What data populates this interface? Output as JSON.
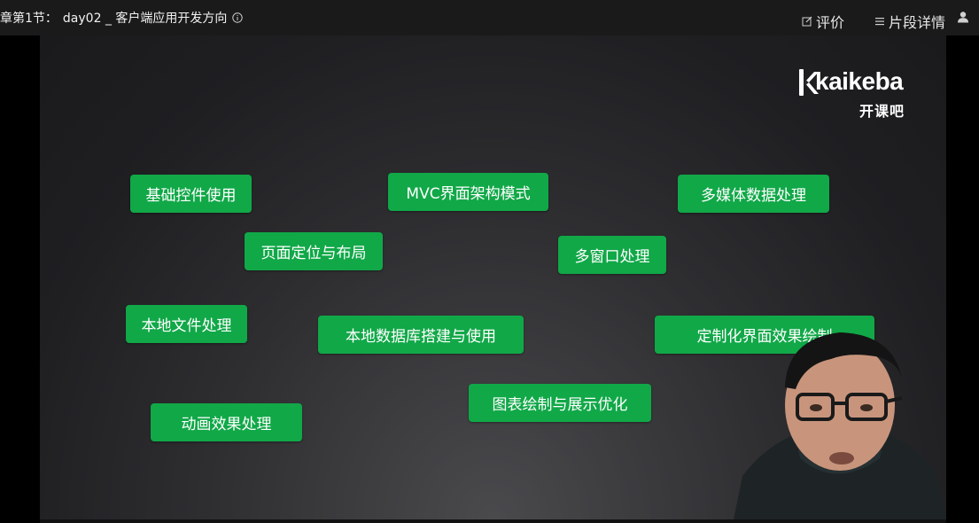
{
  "header": {
    "chapter": "章第1节：",
    "title": "day02 _ 客户端应用开发方向",
    "review_label": "评价",
    "detail_label": "片段详情"
  },
  "logo": {
    "text_en": "kaikeba",
    "text_cn": "开课吧"
  },
  "slide": {
    "tags": [
      "基础控件使用",
      "MVC界面架构模式",
      "多媒体数据处理",
      "页面定位与布局",
      "多窗口处理",
      "本地文件处理",
      "本地数据库搭建与使用",
      "定制化界面效果绘制",
      "图表绘制与展示优化",
      "动画效果处理"
    ]
  },
  "colors": {
    "tag_green": "#11a848",
    "header_bg": "#1a1a1a"
  },
  "icons": {
    "info": "info-icon",
    "review": "edit-icon",
    "detail": "list-icon",
    "user": "user-icon"
  }
}
